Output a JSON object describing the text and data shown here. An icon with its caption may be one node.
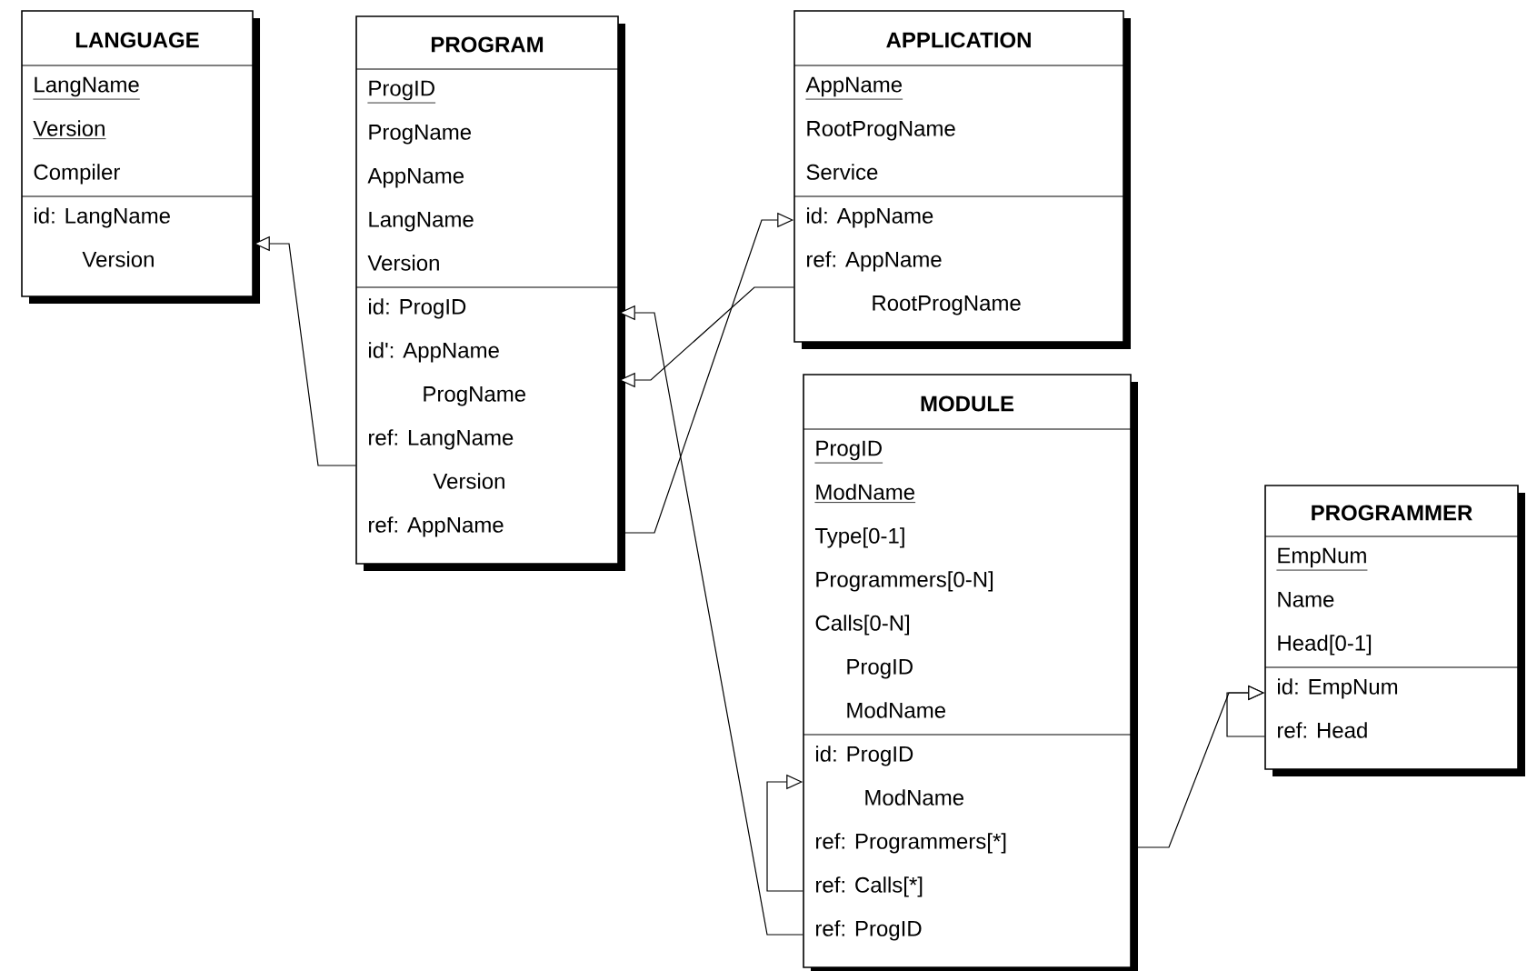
{
  "diagram": {
    "nodes": [
      {
        "text": [
          "LANGUAGE",
          "LangName",
          "Version",
          "Compiler",
          "id: LangName",
          "Version"
        ]
      },
      {
        "text": [
          "PROGRAM",
          "ProgID",
          "ProgName",
          "AppName",
          "LangName",
          "Version",
          "id: ProgID",
          "id': AppName",
          "ProgName",
          "ref: LangName",
          "Version",
          "ref: AppName"
        ]
      },
      {
        "text": [
          "APPLICATION",
          "AppName",
          "RootProgName",
          "Service",
          "id: AppName",
          "ref: AppName",
          "RootProgName"
        ]
      },
      {
        "text": [
          "MODULE",
          "ProgID",
          "ModName",
          "Type[0-1]",
          "Programmers[0-N]",
          "Calls[0-N]",
          "ProgID",
          "ModName",
          "id: ProgID",
          "ModName",
          "ref: Programmers[*]",
          "ref: Calls[*]",
          "ref: ProgID"
        ]
      },
      {
        "text": [
          "PROGRAMMER",
          "EmpNum",
          "Name",
          "Head[0-1]",
          "id: EmpNum",
          "ref: Head"
        ]
      }
    ],
    "edges": [
      {
        "from": 1,
        "to": 0,
        "arrow": "to"
      },
      {
        "from": 1,
        "to": 2,
        "arrow": "to"
      },
      {
        "from": 2,
        "to": 1,
        "arrow": "to"
      },
      {
        "from": 3,
        "to": 1,
        "arrow": "to"
      },
      {
        "from": 3,
        "to": 3,
        "arrow": "to"
      },
      {
        "from": 3,
        "to": 4,
        "arrow": "to"
      },
      {
        "from": 4,
        "to": 4,
        "arrow": "to"
      }
    ]
  }
}
